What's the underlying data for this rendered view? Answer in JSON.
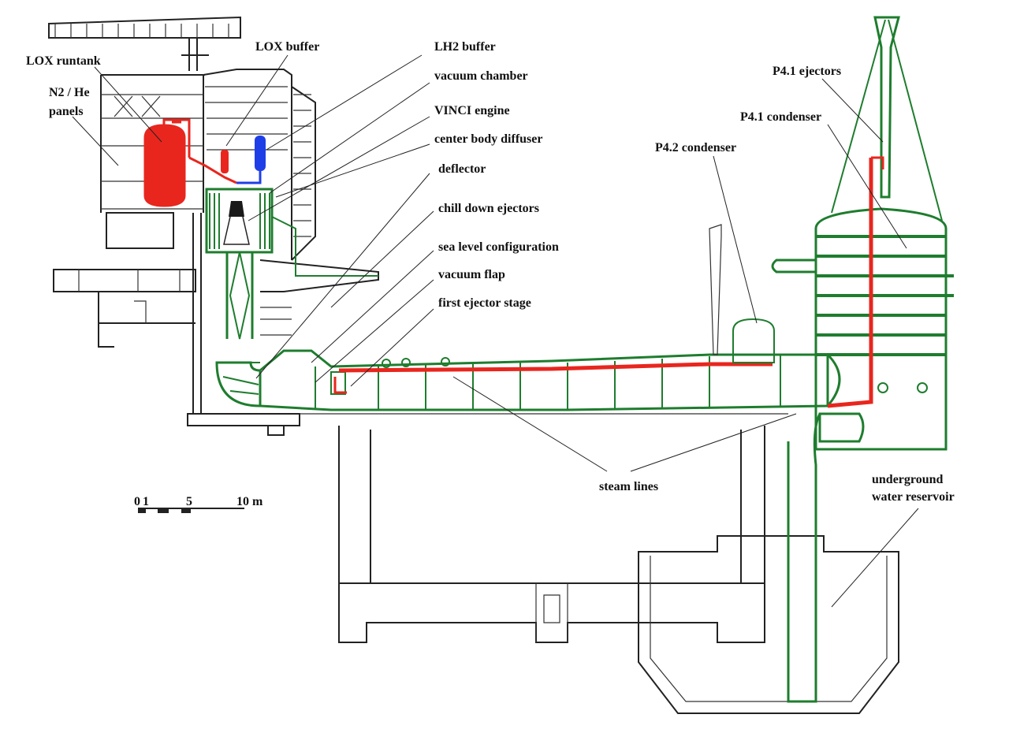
{
  "labels": {
    "lox_runtank": "LOX runtank",
    "n2_he_panels_1": "N2 / He",
    "n2_he_panels_2": "panels",
    "lox_buffer": "LOX buffer",
    "lh2_buffer": "LH2 buffer",
    "vacuum_chamber": "vacuum chamber",
    "vinci_engine": "VINCI engine",
    "center_body_diffuser": "center body diffuser",
    "deflector": "deflector",
    "chill_down_ejectors": "chill down ejectors",
    "sea_level_configuration": "sea level configuration",
    "vacuum_flap": "vacuum flap",
    "first_ejector_stage": "first ejector stage",
    "p41_ejectors": "P4.1 ejectors",
    "p41_condenser": "P4.1 condenser",
    "p42_condenser": "P4.2 condenser",
    "steam_lines": "steam lines",
    "underground_water_reservoir_1": "underground",
    "underground_water_reservoir_2": "water reservoir"
  },
  "scale_bar": {
    "tick_0": "0",
    "tick_1": "1",
    "tick_5": "5",
    "tick_10": "10 m"
  },
  "colors": {
    "lox": "#e8261e",
    "lh2": "#1e3fe8",
    "structure": "#1e7d2e",
    "building": "#222222"
  }
}
